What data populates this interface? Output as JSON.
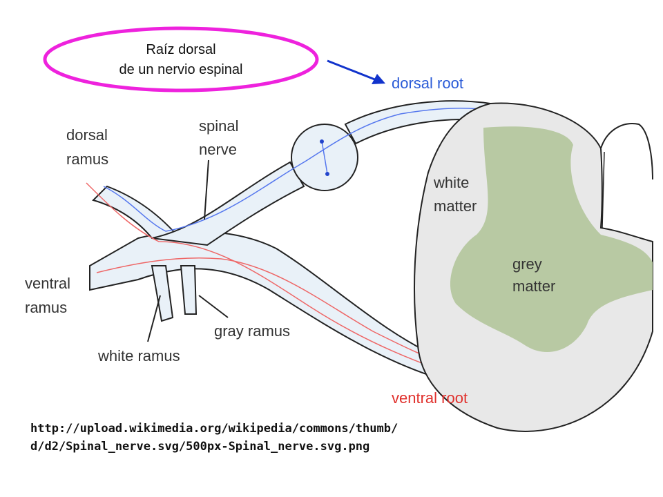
{
  "callout": {
    "line1": "Raíz dorsal",
    "line2": "de un nervio espinal",
    "ellipse_color": "#ee22dd",
    "arrow_color": "#1133cc"
  },
  "labels": {
    "dorsal_root": "dorsal root",
    "dorsal_ramus_1": "dorsal",
    "dorsal_ramus_2": "ramus",
    "spinal_nerve_1": "spinal",
    "spinal_nerve_2": "nerve",
    "white_matter_1": "white",
    "white_matter_2": "matter",
    "grey_matter_1": "grey",
    "grey_matter_2": "matter",
    "ventral_ramus_1": "ventral",
    "ventral_ramus_2": "ramus",
    "gray_ramus": "gray ramus",
    "white_ramus": "white ramus",
    "ventral_root": "ventral root"
  },
  "source_url": "http://upload.wikimedia.org/wikipedia/commons/thumb/d/d2/Spinal_nerve.svg/500px-Spinal_nerve.svg.png",
  "colors": {
    "nerve_fill": "#e9f1f8",
    "white_matter": "#e8e8e8",
    "grey_matter": "#b8c9a3",
    "sensory_line": "#5577ee",
    "motor_line": "#ee6666",
    "outline": "#222222"
  }
}
